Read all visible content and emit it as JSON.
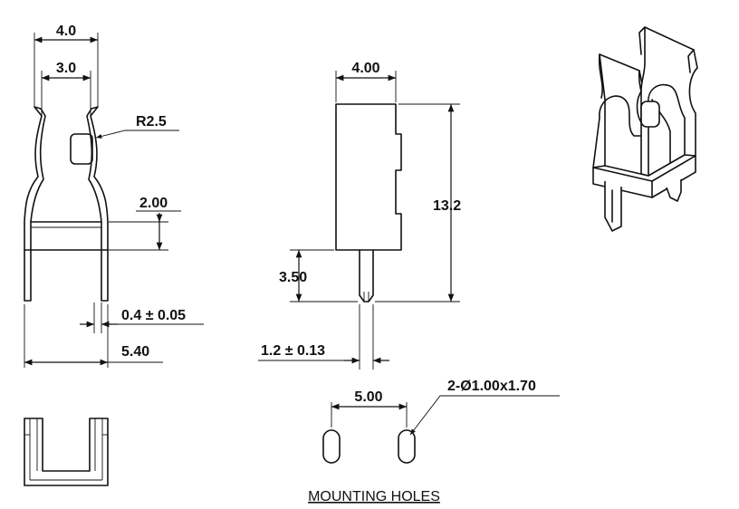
{
  "front_view": {
    "width_outer": "4.0",
    "width_inner": "3.0",
    "radius": "R2.5",
    "height_lower": "2.00",
    "thickness": "0.4",
    "thickness_sign": "±",
    "thickness_tol": "0.05",
    "overall_width": "5.40"
  },
  "side_view": {
    "width": "4.00",
    "height": "13.2",
    "pin_length": "3.50",
    "pin_width": "1.2",
    "pin_width_sign": "±",
    "pin_width_tol": "0.13"
  },
  "mounting": {
    "pitch": "5.00",
    "holes": "2-Ø1.00x1.70",
    "caption": "MOUNTING HOLES"
  }
}
